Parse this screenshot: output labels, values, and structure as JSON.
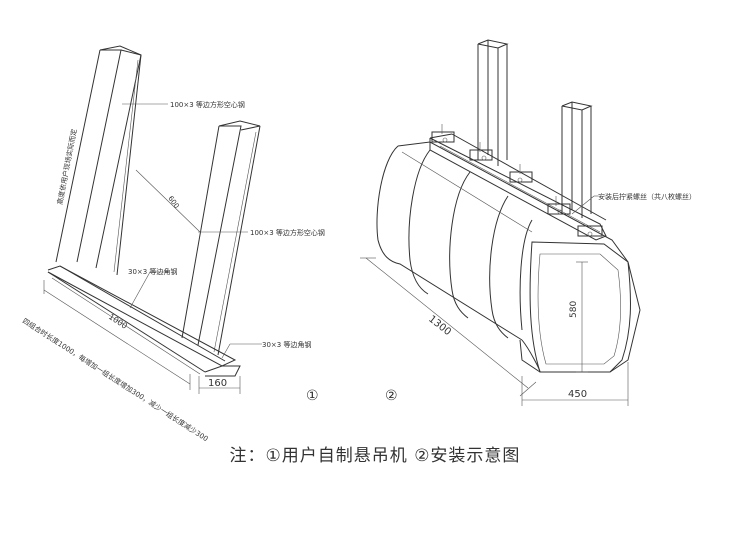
{
  "fig1": {
    "label_tube_top": "100×3 等边方形空心钢",
    "label_tube_mid": "100×3 等边方形空心钢",
    "label_angle_mid": "30×3 等边角钢",
    "label_angle_bottom": "30×3 等边角钢",
    "label_vertical": "高度依用户现场实际而定",
    "label_notes": "四组合时长度1000，每增加一组长度增加300，减少一组长度减少300",
    "dim_600": "600",
    "dim_1000": "1000",
    "dim_160": "160",
    "number": "①"
  },
  "fig2": {
    "label_bolt": "安装后拧紧螺丝（共八枚螺丝）",
    "dim_1300": "1300",
    "dim_580": "580",
    "dim_450": "450",
    "number": "②"
  },
  "caption": "注：①用户自制悬吊机    ②安装示意图"
}
